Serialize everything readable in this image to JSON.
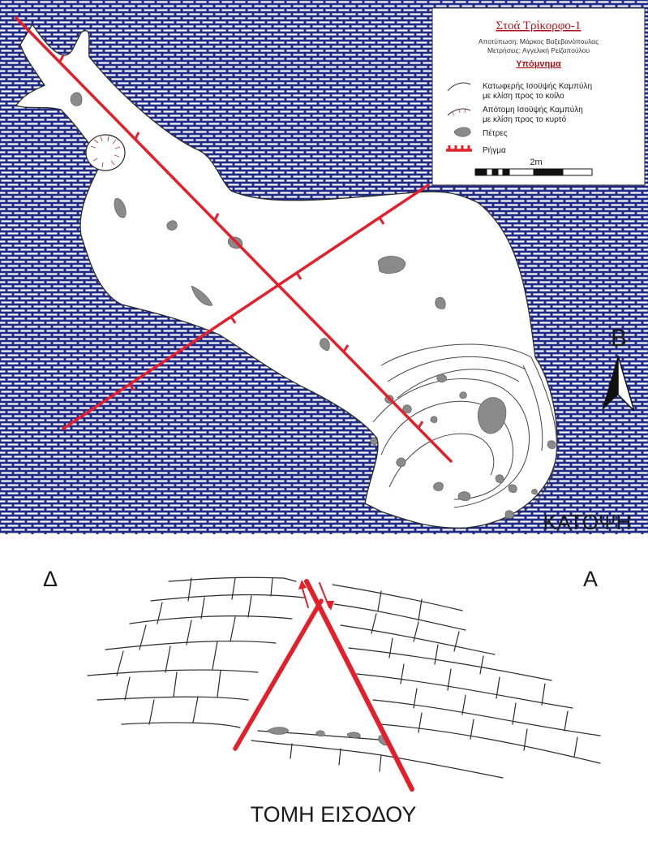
{
  "legend": {
    "title": "Στοά Τρίκορφο-1",
    "credits": [
      "Αποτύπωση: Μάρκος Βαξεβανόπουλας",
      "Μετρήσεις: Αγγελική Ρείζοπούλου"
    ],
    "heading": "Υπόμνημα",
    "items": [
      {
        "line1": "Κατωφερής Ισοϋψής Καμπύλη",
        "line2": "με κλίση προς το κοίλο",
        "icon": "contour-concave-icon"
      },
      {
        "line1": "Απότομη  Ισοϋψής Καμπύλη",
        "line2": "με κλίση προς το κυρτό",
        "icon": "contour-steep-icon"
      },
      {
        "line1": "Πέτρες",
        "icon": "stone-icon"
      },
      {
        "line1": "Ρήγμα",
        "icon": "fault-icon"
      }
    ],
    "scale_label": "2m"
  },
  "plan": {
    "north_label": "Β",
    "label": "ΚΑΤΟΨΗ"
  },
  "section": {
    "west_label": "Δ",
    "east_label": "Α",
    "label": "ΤΟΜΗ ΕΙΣΟΔΟΥ"
  },
  "colors": {
    "brick_fill": "#1f2a86",
    "fault": "#e3202a",
    "stone": "#8a8a8a",
    "outline": "#2a2a2a"
  }
}
